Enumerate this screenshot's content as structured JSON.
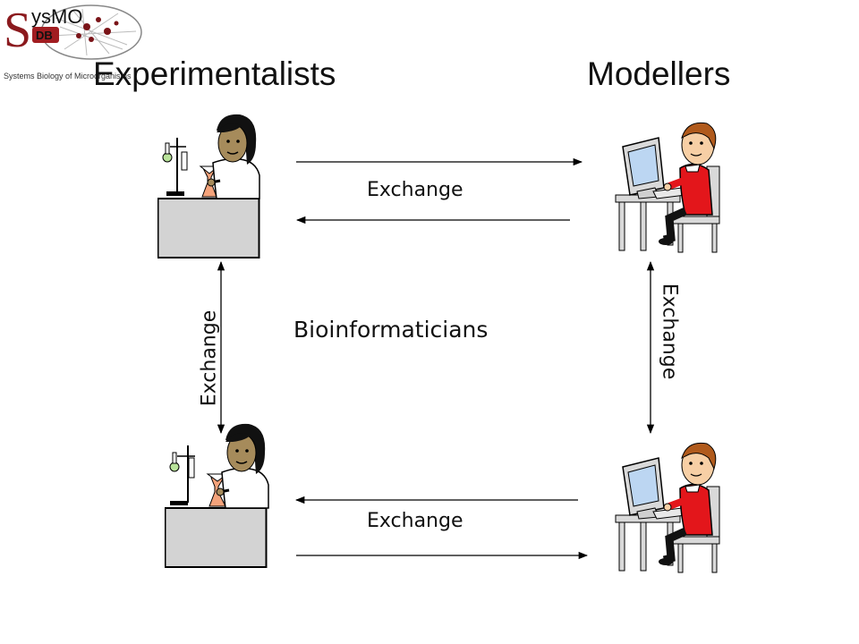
{
  "logo": {
    "brand_s": "S",
    "brand_ysmo": "ysMO",
    "brand_db": "DB",
    "tagline": "Systems Biology of Microorganisms"
  },
  "headings": {
    "experimentalists": "Experimentalists",
    "modellers": "Modellers",
    "bioinformaticians": "Bioinformaticians"
  },
  "edges": [
    {
      "from": "experimentalist-top",
      "to": "modeller-top",
      "label": "Exchange"
    },
    {
      "from": "experimentalist-top",
      "to": "experimentalist-bottom",
      "label": "Exchange"
    },
    {
      "from": "modeller-top",
      "to": "modeller-bottom",
      "label": "Exchange"
    },
    {
      "from": "experimentalist-bottom",
      "to": "modeller-bottom",
      "label": "Exchange"
    }
  ],
  "colors": {
    "bench": "#d3d3d3",
    "modeller_shirt": "#e3161b",
    "skin_experimentalist": "#a68b5b",
    "skin_modeller": "#f7cfa5",
    "hair_modeller": "#b05a1c",
    "logo_red": "#a11d21"
  }
}
